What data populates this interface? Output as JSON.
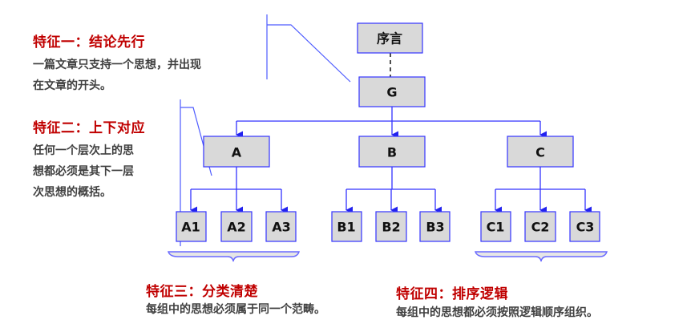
{
  "features": [
    {
      "id": "one",
      "title": "特征一：结论先行",
      "desc_lines": [
        "一篇文章只支持一个思想，并出现",
        "在文章的开头。"
      ]
    },
    {
      "id": "two",
      "title": "特征二：上下对应",
      "desc_lines": [
        "任何一个层次上的思",
        "想都必须是其下一层",
        "次思想的概括。"
      ]
    },
    {
      "id": "three",
      "title": "特征三：分类清楚",
      "desc_lines": [
        "每组中的思想必须属于同一个范畴。"
      ]
    },
    {
      "id": "four",
      "title": "特征四：排序逻辑",
      "desc_lines": [
        "每组中的思想都必须按照逻辑顺序组织。"
      ]
    }
  ],
  "nodes": {
    "preface": "序言",
    "root": "G",
    "level1": [
      "A",
      "B",
      "C"
    ],
    "level2": {
      "A": [
        "A1",
        "A2",
        "A3"
      ],
      "B": [
        "B1",
        "B2",
        "B3"
      ],
      "C": [
        "C1",
        "C2",
        "C3"
      ]
    }
  },
  "colors": {
    "accent_red": "#c00000",
    "connector_blue": "#3333ff",
    "node_fill": "#d9d9d9",
    "desc_text": "#404040"
  }
}
